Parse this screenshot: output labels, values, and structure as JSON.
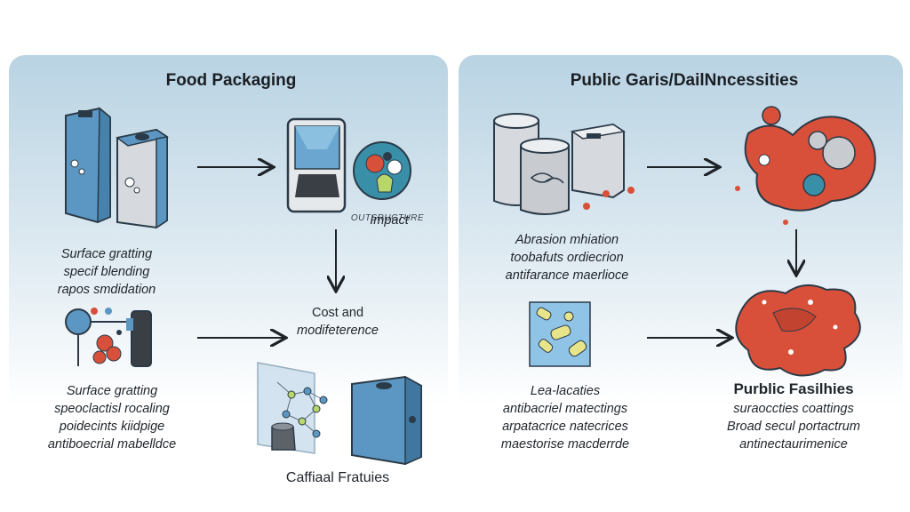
{
  "panels": {
    "left": {
      "title": "Food Packaging"
    },
    "right": {
      "title": "Public Garis/DailNncessities"
    }
  },
  "labels": {
    "impact_small": "OUTSRUCTURE",
    "impact": "Impact",
    "left_upper": [
      "Surface gratting",
      "specif blending",
      "rapos smdidation"
    ],
    "cost": [
      "Cost and",
      "modifeterence"
    ],
    "left_lower": [
      "Surface gratting",
      "speoclactisl rocaling",
      "poidecints kiidpige",
      "antiboecrial mabelldce"
    ],
    "caffial": "Caffiaal Fratuies",
    "right_upper": [
      "Abrasion mhiation",
      "toobafuts ordiecrion",
      "antifarance maerlioce"
    ],
    "right_lower_left": [
      "Lea-lacaties",
      "antibacriel matectings",
      "arpatacrice natecrices",
      "maestorise macderrde"
    ],
    "public_title": "Purblic Fasilhies",
    "public_lines": [
      "suraoccties coattings",
      "Broad secul portactrum",
      "antinectaurimenice"
    ]
  },
  "colors": {
    "blue": "#5b97c2",
    "red": "#d9503a",
    "lime": "#b9d66a",
    "grey": "#c8ccd0"
  }
}
